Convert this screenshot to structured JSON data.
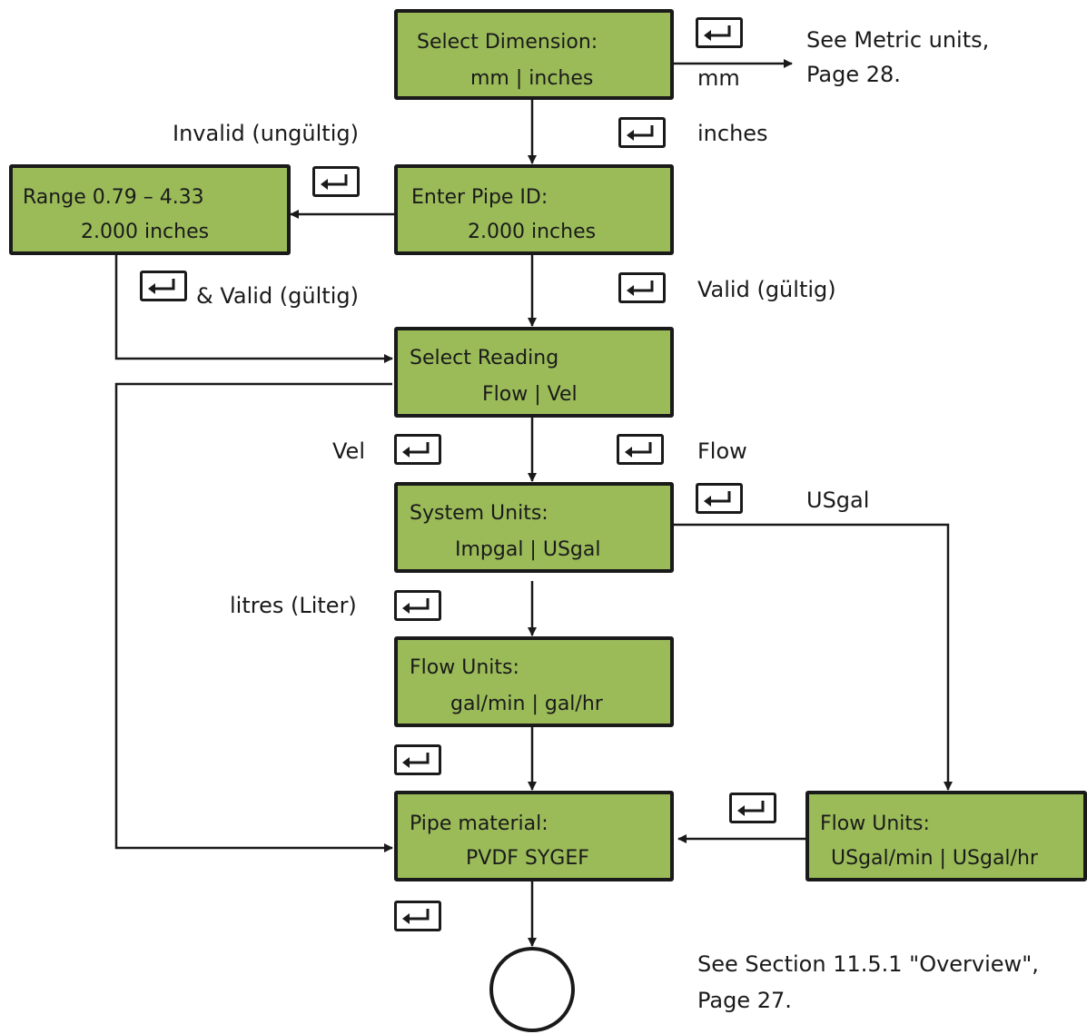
{
  "colors": {
    "box_fill": "#9bbb59",
    "line": "#1a1a1a"
  },
  "boxes": {
    "dimension": {
      "line1": "Select Dimension:",
      "line2": "mm | inches"
    },
    "pipe_id": {
      "line1": "Enter Pipe ID:",
      "line2": "2.000 inches"
    },
    "range": {
      "line1": "Range 0.79 – 4.33",
      "line2": "2.000 inches"
    },
    "reading": {
      "line1": "Select Reading",
      "line2": "Flow | Vel"
    },
    "system_units": {
      "line1": "System Units:",
      "line2": "Impgal | USgal"
    },
    "flow_units": {
      "line1": "Flow Units:",
      "line2": "gal/min | gal/hr"
    },
    "pipe_material": {
      "line1": "Pipe material:",
      "line2": "PVDF SYGEF"
    },
    "flow_units_us": {
      "line1": "Flow Units:",
      "line2": "USgal/min | USgal/hr"
    }
  },
  "labels": {
    "see_metric_1": "See Metric units,",
    "see_metric_2": "Page 28.",
    "mm": "mm",
    "inches": "inches",
    "invalid": "Invalid (ungültig)",
    "valid_and": "& Valid (gültig)",
    "valid": "Valid (gültig)",
    "vel": "Vel",
    "flow": "Flow",
    "usgal": "USgal",
    "litres": "litres (Liter)",
    "see_section_1": "See Section 11.5.1 \"Overview\",",
    "see_section_2": "Page 27."
  },
  "icons": {
    "enter_key": "enter-key-icon"
  }
}
